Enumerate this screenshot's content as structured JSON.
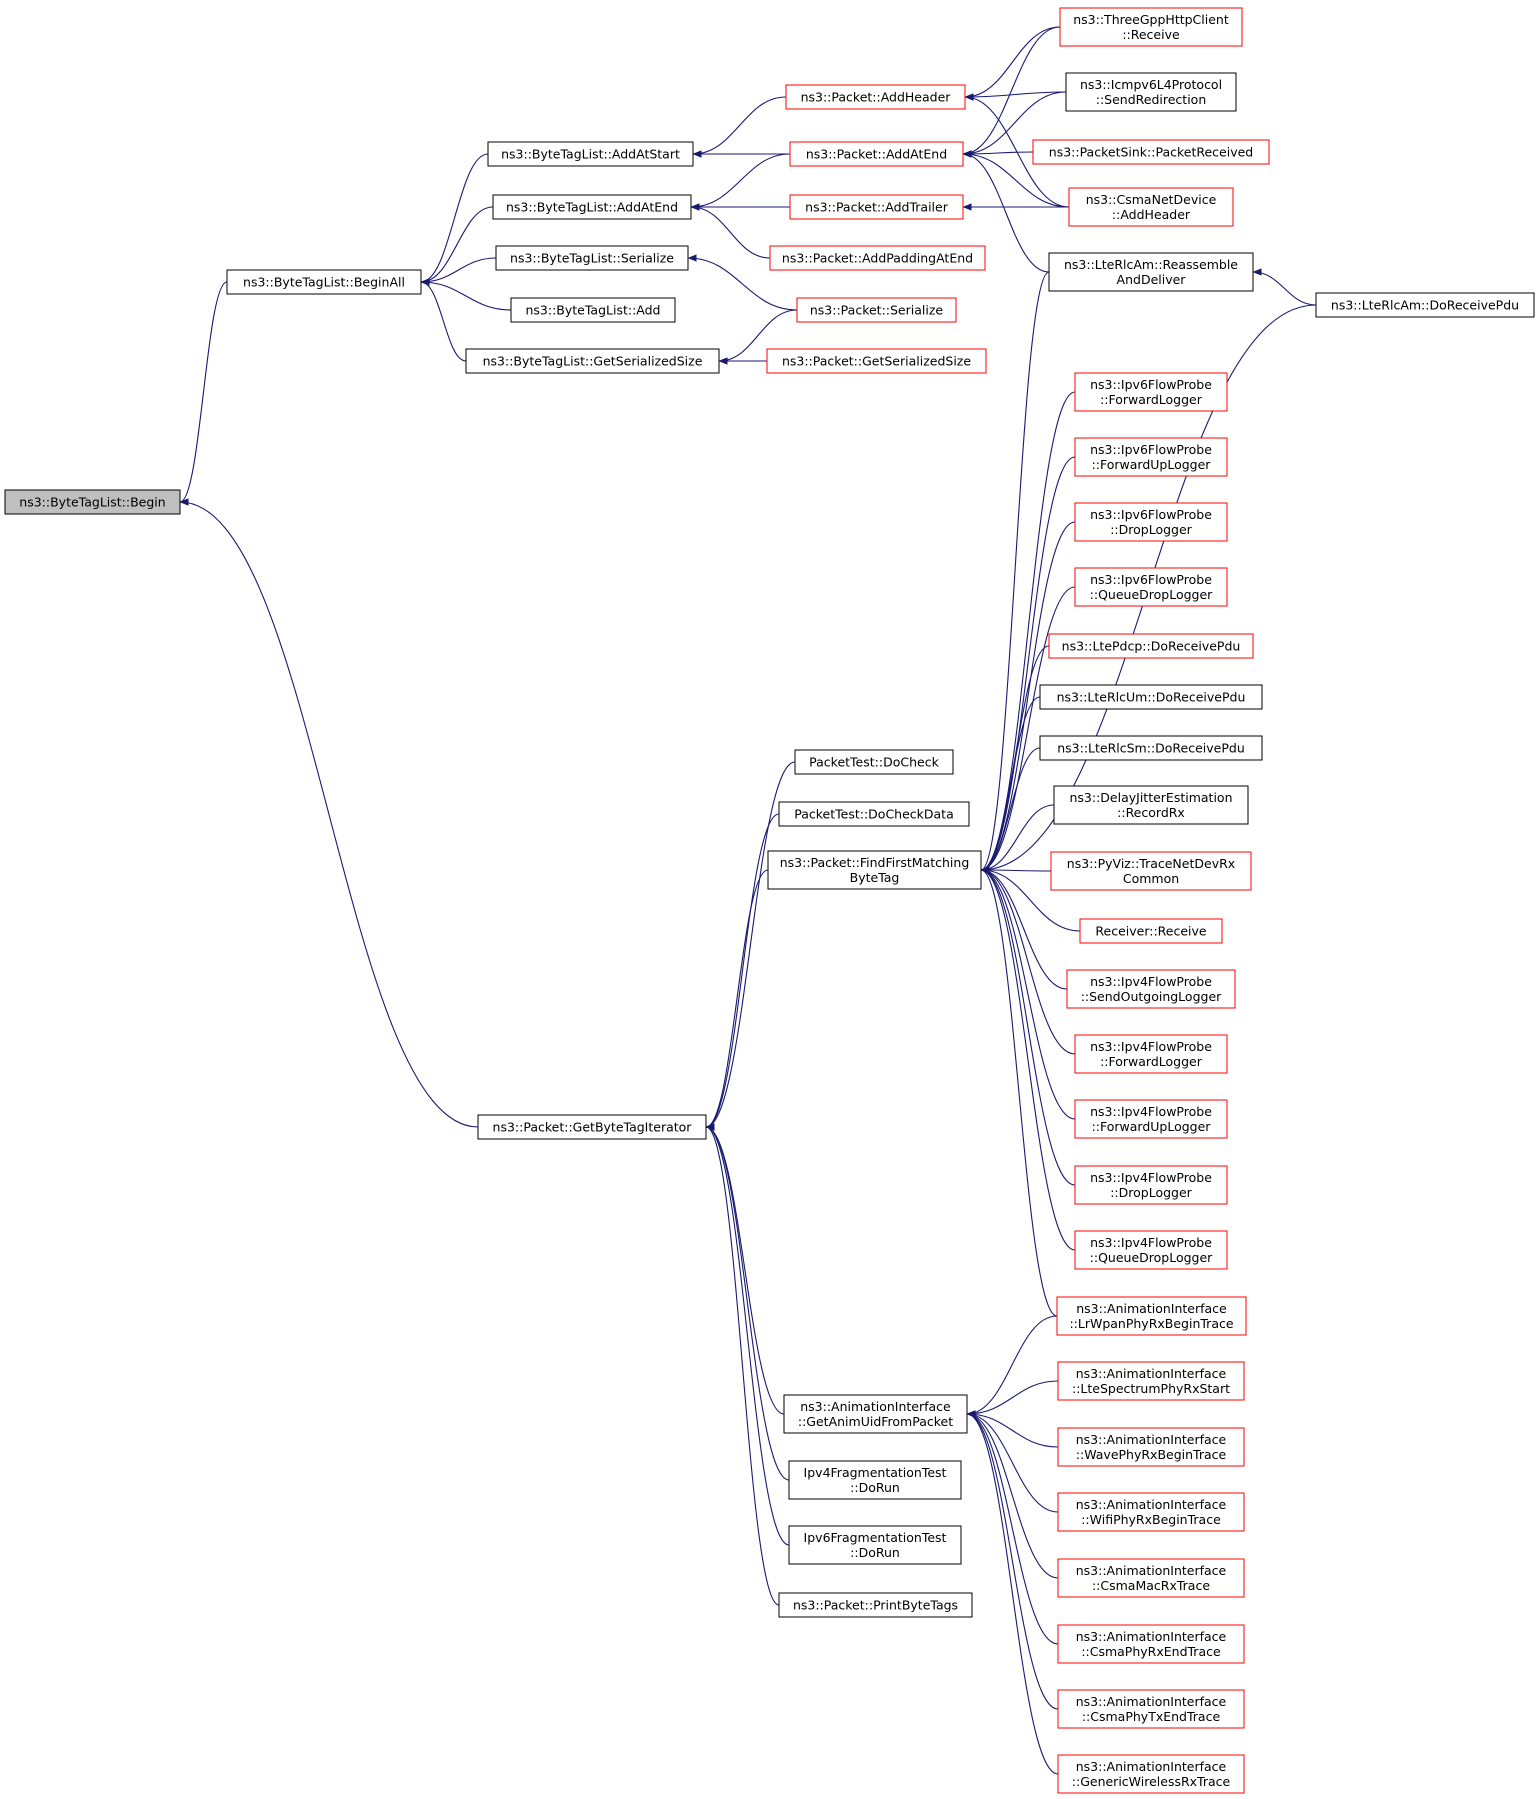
{
  "colors": {
    "edge": "#191970",
    "node_border_default": "#000000",
    "node_border_truncated": "#ff0000",
    "node_fill_focus": "#bfbfbf",
    "node_fill": "#ffffff"
  },
  "nodes": [
    {
      "id": "begin",
      "lines": [
        "ns3::ByteTagList::Begin"
      ],
      "style": "focus"
    },
    {
      "id": "beginAll",
      "lines": [
        "ns3::ByteTagList::BeginAll"
      ],
      "style": "normal"
    },
    {
      "id": "getByteTagIterator",
      "lines": [
        "ns3::Packet::GetByteTagIterator"
      ],
      "style": "normal"
    },
    {
      "id": "addAtStart",
      "lines": [
        "ns3::ByteTagList::AddAtStart"
      ],
      "style": "normal"
    },
    {
      "id": "addAtEndBTL",
      "lines": [
        "ns3::ByteTagList::AddAtEnd"
      ],
      "style": "normal"
    },
    {
      "id": "serializeBTL",
      "lines": [
        "ns3::ByteTagList::Serialize"
      ],
      "style": "normal"
    },
    {
      "id": "addBTL",
      "lines": [
        "ns3::ByteTagList::Add"
      ],
      "style": "normal"
    },
    {
      "id": "getSerSizeBTL",
      "lines": [
        "ns3::ByteTagList::GetSerializedSize"
      ],
      "style": "normal"
    },
    {
      "id": "addHeader",
      "lines": [
        "ns3::Packet::AddHeader"
      ],
      "style": "truncated"
    },
    {
      "id": "addAtEndP",
      "lines": [
        "ns3::Packet::AddAtEnd"
      ],
      "style": "truncated"
    },
    {
      "id": "addTrailer",
      "lines": [
        "ns3::Packet::AddTrailer"
      ],
      "style": "truncated"
    },
    {
      "id": "addPadding",
      "lines": [
        "ns3::Packet::AddPaddingAtEnd"
      ],
      "style": "truncated"
    },
    {
      "id": "serializeP",
      "lines": [
        "ns3::Packet::Serialize"
      ],
      "style": "truncated"
    },
    {
      "id": "getSerSizeP",
      "lines": [
        "ns3::Packet::GetSerializedSize"
      ],
      "style": "truncated"
    },
    {
      "id": "threeGpp",
      "lines": [
        "ns3::ThreeGppHttpClient",
        "::Receive"
      ],
      "style": "truncated"
    },
    {
      "id": "icmpv6",
      "lines": [
        "ns3::Icmpv6L4Protocol",
        "::SendRedirection"
      ],
      "style": "normal"
    },
    {
      "id": "packetSink",
      "lines": [
        "ns3::PacketSink::PacketReceived"
      ],
      "style": "truncated"
    },
    {
      "id": "csmaAddHeader",
      "lines": [
        "ns3::CsmaNetDevice",
        "::AddHeader"
      ],
      "style": "truncated"
    },
    {
      "id": "lteRlcAmReasm",
      "lines": [
        "ns3::LteRlcAm::Reassemble",
        "AndDeliver"
      ],
      "style": "normal"
    },
    {
      "id": "lteRlcAmDoRx",
      "lines": [
        "ns3::LteRlcAm::DoReceivePdu"
      ],
      "style": "normal"
    },
    {
      "id": "ipv6Fwd",
      "lines": [
        "ns3::Ipv6FlowProbe",
        "::ForwardLogger"
      ],
      "style": "truncated"
    },
    {
      "id": "ipv6FwdUp",
      "lines": [
        "ns3::Ipv6FlowProbe",
        "::ForwardUpLogger"
      ],
      "style": "truncated"
    },
    {
      "id": "ipv6Drop",
      "lines": [
        "ns3::Ipv6FlowProbe",
        "::DropLogger"
      ],
      "style": "truncated"
    },
    {
      "id": "ipv6QDrop",
      "lines": [
        "ns3::Ipv6FlowProbe",
        "::QueueDropLogger"
      ],
      "style": "truncated"
    },
    {
      "id": "ltePdcp",
      "lines": [
        "ns3::LtePdcp::DoReceivePdu"
      ],
      "style": "truncated"
    },
    {
      "id": "lteRlcUm",
      "lines": [
        "ns3::LteRlcUm::DoReceivePdu"
      ],
      "style": "normal"
    },
    {
      "id": "lteRlcSm",
      "lines": [
        "ns3::LteRlcSm::DoReceivePdu"
      ],
      "style": "normal"
    },
    {
      "id": "delayJitter",
      "lines": [
        "ns3::DelayJitterEstimation",
        "::RecordRx"
      ],
      "style": "normal"
    },
    {
      "id": "pyViz",
      "lines": [
        "ns3::PyViz::TraceNetDevRx",
        "Common"
      ],
      "style": "truncated"
    },
    {
      "id": "receiver",
      "lines": [
        "Receiver::Receive"
      ],
      "style": "truncated"
    },
    {
      "id": "ipv4SendOut",
      "lines": [
        "ns3::Ipv4FlowProbe",
        "::SendOutgoingLogger"
      ],
      "style": "truncated"
    },
    {
      "id": "ipv4Fwd",
      "lines": [
        "ns3::Ipv4FlowProbe",
        "::ForwardLogger"
      ],
      "style": "truncated"
    },
    {
      "id": "ipv4FwdUp",
      "lines": [
        "ns3::Ipv4FlowProbe",
        "::ForwardUpLogger"
      ],
      "style": "truncated"
    },
    {
      "id": "ipv4Drop",
      "lines": [
        "ns3::Ipv4FlowProbe",
        "::DropLogger"
      ],
      "style": "truncated"
    },
    {
      "id": "ipv4QDrop",
      "lines": [
        "ns3::Ipv4FlowProbe",
        "::QueueDropLogger"
      ],
      "style": "truncated"
    },
    {
      "id": "animLrWpan",
      "lines": [
        "ns3::AnimationInterface",
        "::LrWpanPhyRxBeginTrace"
      ],
      "style": "truncated"
    },
    {
      "id": "packetTestDoCheck",
      "lines": [
        "PacketTest::DoCheck"
      ],
      "style": "normal"
    },
    {
      "id": "packetTestDoCheckData",
      "lines": [
        "PacketTest::DoCheckData"
      ],
      "style": "normal"
    },
    {
      "id": "findFirst",
      "lines": [
        "ns3::Packet::FindFirstMatching",
        "ByteTag"
      ],
      "style": "normal"
    },
    {
      "id": "getAnimUid",
      "lines": [
        "ns3::AnimationInterface",
        "::GetAnimUidFromPacket"
      ],
      "style": "normal"
    },
    {
      "id": "ipv4FragTest",
      "lines": [
        "Ipv4FragmentationTest",
        "::DoRun"
      ],
      "style": "normal"
    },
    {
      "id": "ipv6FragTest",
      "lines": [
        "Ipv6FragmentationTest",
        "::DoRun"
      ],
      "style": "normal"
    },
    {
      "id": "printByteTags",
      "lines": [
        "ns3::Packet::PrintByteTags"
      ],
      "style": "normal"
    },
    {
      "id": "animLteSpec",
      "lines": [
        "ns3::AnimationInterface",
        "::LteSpectrumPhyRxStart"
      ],
      "style": "truncated"
    },
    {
      "id": "animWave",
      "lines": [
        "ns3::AnimationInterface",
        "::WavePhyRxBeginTrace"
      ],
      "style": "truncated"
    },
    {
      "id": "animWifi",
      "lines": [
        "ns3::AnimationInterface",
        "::WifiPhyRxBeginTrace"
      ],
      "style": "truncated"
    },
    {
      "id": "animCsmaMac",
      "lines": [
        "ns3::AnimationInterface",
        "::CsmaMacRxTrace"
      ],
      "style": "truncated"
    },
    {
      "id": "animCsmaPhyRxEnd",
      "lines": [
        "ns3::AnimationInterface",
        "::CsmaPhyRxEndTrace"
      ],
      "style": "truncated"
    },
    {
      "id": "animCsmaPhyTxEnd",
      "lines": [
        "ns3::AnimationInterface",
        "::CsmaPhyTxEndTrace"
      ],
      "style": "truncated"
    },
    {
      "id": "animGenericWireless",
      "lines": [
        "ns3::AnimationInterface",
        "::GenericWirelessRxTrace"
      ],
      "style": "truncated"
    }
  ],
  "edges": [
    [
      "beginAll",
      "begin"
    ],
    [
      "getByteTagIterator",
      "begin"
    ],
    [
      "addAtStart",
      "beginAll"
    ],
    [
      "addAtEndBTL",
      "beginAll"
    ],
    [
      "serializeBTL",
      "beginAll"
    ],
    [
      "addBTL",
      "beginAll"
    ],
    [
      "getSerSizeBTL",
      "beginAll"
    ],
    [
      "addHeader",
      "addAtStart"
    ],
    [
      "addAtEndP",
      "addAtStart"
    ],
    [
      "addAtEndP",
      "addAtEndBTL"
    ],
    [
      "addTrailer",
      "addAtEndBTL"
    ],
    [
      "addPadding",
      "addAtEndBTL"
    ],
    [
      "serializeP",
      "serializeBTL"
    ],
    [
      "serializeP",
      "getSerSizeBTL"
    ],
    [
      "getSerSizeP",
      "getSerSizeBTL"
    ],
    [
      "threeGpp",
      "addHeader"
    ],
    [
      "icmpv6",
      "addHeader"
    ],
    [
      "csmaAddHeader",
      "addHeader"
    ],
    [
      "threeGpp",
      "addAtEndP"
    ],
    [
      "icmpv6",
      "addAtEndP"
    ],
    [
      "packetSink",
      "addAtEndP"
    ],
    [
      "csmaAddHeader",
      "addAtEndP"
    ],
    [
      "lteRlcAmReasm",
      "addAtEndP"
    ],
    [
      "csmaAddHeader",
      "addTrailer"
    ],
    [
      "lteRlcAmDoRx",
      "lteRlcAmReasm"
    ],
    [
      "packetTestDoCheck",
      "getByteTagIterator"
    ],
    [
      "packetTestDoCheckData",
      "getByteTagIterator"
    ],
    [
      "findFirst",
      "getByteTagIterator"
    ],
    [
      "getAnimUid",
      "getByteTagIterator"
    ],
    [
      "ipv4FragTest",
      "getByteTagIterator"
    ],
    [
      "ipv6FragTest",
      "getByteTagIterator"
    ],
    [
      "printByteTags",
      "getByteTagIterator"
    ],
    [
      "lteRlcAmReasm",
      "findFirst"
    ],
    [
      "lteRlcAmDoRx",
      "findFirst"
    ],
    [
      "ipv6Fwd",
      "findFirst"
    ],
    [
      "ipv6FwdUp",
      "findFirst"
    ],
    [
      "ipv6Drop",
      "findFirst"
    ],
    [
      "ipv6QDrop",
      "findFirst"
    ],
    [
      "ltePdcp",
      "findFirst"
    ],
    [
      "lteRlcUm",
      "findFirst"
    ],
    [
      "lteRlcSm",
      "findFirst"
    ],
    [
      "delayJitter",
      "findFirst"
    ],
    [
      "pyViz",
      "findFirst"
    ],
    [
      "receiver",
      "findFirst"
    ],
    [
      "ipv4SendOut",
      "findFirst"
    ],
    [
      "ipv4Fwd",
      "findFirst"
    ],
    [
      "ipv4FwdUp",
      "findFirst"
    ],
    [
      "ipv4Drop",
      "findFirst"
    ],
    [
      "ipv4QDrop",
      "findFirst"
    ],
    [
      "animLrWpan",
      "findFirst"
    ],
    [
      "animLrWpan",
      "getAnimUid"
    ],
    [
      "animLteSpec",
      "getAnimUid"
    ],
    [
      "animWave",
      "getAnimUid"
    ],
    [
      "animWifi",
      "getAnimUid"
    ],
    [
      "animCsmaMac",
      "getAnimUid"
    ],
    [
      "animCsmaPhyRxEnd",
      "getAnimUid"
    ],
    [
      "animCsmaPhyTxEnd",
      "getAnimUid"
    ],
    [
      "animGenericWireless",
      "getAnimUid"
    ]
  ]
}
